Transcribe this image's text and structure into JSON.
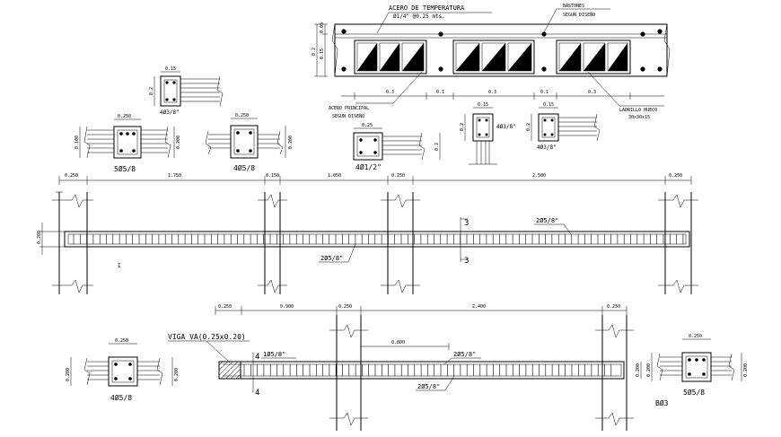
{
  "slab": {
    "temp_steel_label": "ACERO DE TEMPERATURA",
    "temp_steel_spec": "Ø1/4\" @0.25 mts.",
    "bastones_label": "BASTONES",
    "bastones_sub": "SEGUN DISEÑO",
    "main_steel_label": "ACERO PRINCIPAL",
    "main_steel_sub": "SEGUN DISEÑO",
    "brick_label": "LADRILLO HUECO",
    "brick_dims": "30x30x15",
    "dim_top": "0.05",
    "dim_height": "0.2",
    "dim_mid": "0.15",
    "dims_bottom": [
      "0.3",
      "0.1",
      "0.3",
      "0.1",
      "0.3"
    ]
  },
  "sections": {
    "s1_dim_w": "0.15",
    "s1_dim_h": "0.2",
    "s1_label": "4Ø3/8\"",
    "s2_dim_w": "0.250",
    "s2_dim_h": "0.200",
    "s2_dim_l": "0.100",
    "s2_label": "5Ø5/8",
    "s3_dim_w": "0.250",
    "s3_dim_h": "0.200",
    "s3_label": "4Ø5/8",
    "s4_dim_w": "0.25",
    "s4_dim_h": "0.2",
    "s4_label": "4Ø1/2\"",
    "s5_dim_w": "0.15",
    "s5_dim_h": "0.2",
    "s5_label": "4Ø3/8\"",
    "s6_dim_w": "0.15",
    "s6_dim_h": "0.2",
    "s6_label": "4Ø3/8\""
  },
  "beam1": {
    "dims": [
      "0.250",
      "1.750",
      "0.150",
      "1.050",
      "0.250",
      "2.500",
      "0.250"
    ],
    "dim_height": "0.200",
    "top_bar": "2Ø5/8\"",
    "bottom_bar": "2Ø5/8\"",
    "cut_mark": "3",
    "cut_mark_2": "3",
    "small_mark": "I"
  },
  "beam2": {
    "title": "VIGA VA(0.25x0.20)",
    "dims": [
      "0.250",
      "0.900",
      "0.250",
      "2.400",
      "0.250"
    ],
    "dim_inner": "0.800",
    "dim_height": "0.200",
    "left_bar": "1Ø5/8\"",
    "top_bar": "2Ø5/8\"",
    "bottom_bar": "2Ø5/8\"",
    "cut_mark": "4",
    "cut_mark_2": "4"
  },
  "bottom_sections": {
    "left_dim_w": "0.250",
    "left_dim_h": "0.200",
    "left_dim_l": "0.200",
    "left_label": "4Ø5/8",
    "right_dim_w": "0.250",
    "right_dim_h": "0.200",
    "right_dim_l": "0.200",
    "right_label": "5Ø5/8",
    "code_label": "BØ3"
  }
}
